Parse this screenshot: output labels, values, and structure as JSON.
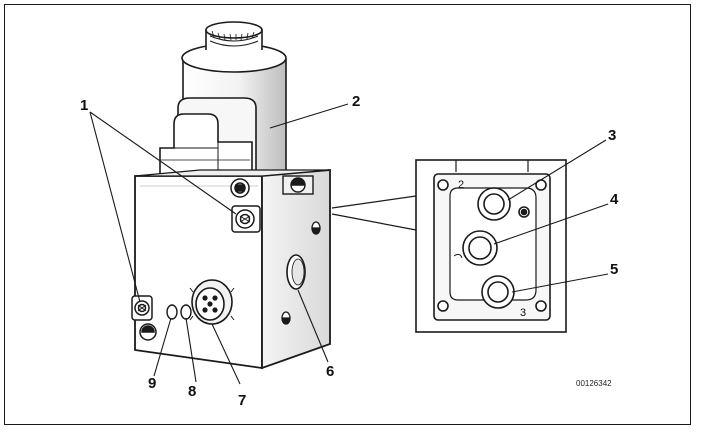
{
  "callouts": {
    "c1": "1",
    "c2": "2",
    "c3": "3",
    "c4": "4",
    "c5": "5",
    "c6": "6",
    "c7": "7",
    "c8": "8",
    "c9": "9"
  },
  "port_labels": {
    "p2": "2",
    "p3": "3"
  },
  "document_id": "00126342",
  "colors": {
    "line": "#1a1a1a",
    "shade": "#cfcfcf",
    "background": "#ffffff"
  }
}
